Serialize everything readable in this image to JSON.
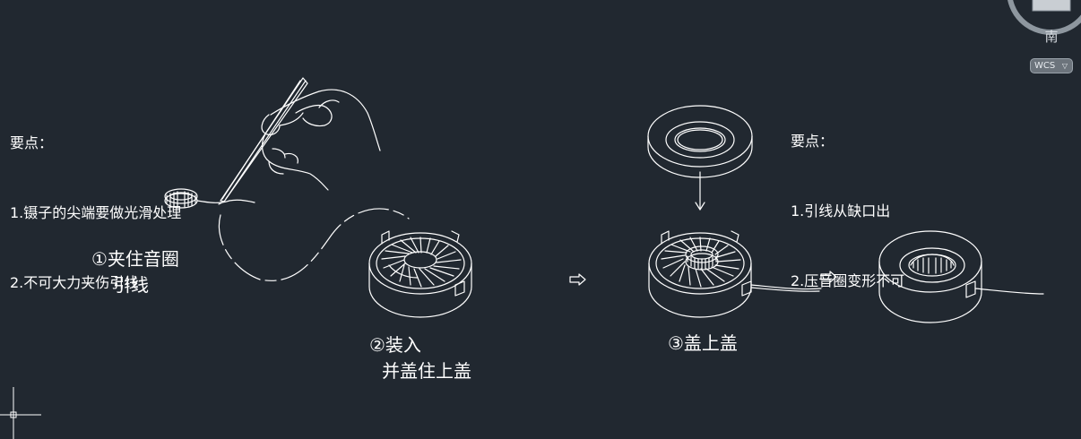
{
  "notes_left": {
    "heading": "要点：",
    "lines": [
      "1.镊子的尖端要做光滑处理",
      "2.不可大力夹伤引线"
    ]
  },
  "notes_right": {
    "heading": "要点：",
    "lines": [
      "1.引线从缺口出",
      "2.压音圈变形不可"
    ]
  },
  "steps": {
    "step1": {
      "line1": "①夹住音圈",
      "line2": "引线"
    },
    "step2": {
      "line1": "②装入",
      "line2": "并盖住上盖"
    },
    "step3": {
      "line1": "③盖上盖"
    }
  },
  "viewcube": {
    "direction": "南",
    "ucs_label": "WCS"
  },
  "colors": {
    "background": "#212830",
    "stroke": "#ffffff",
    "cube": "#9aa3ab"
  }
}
